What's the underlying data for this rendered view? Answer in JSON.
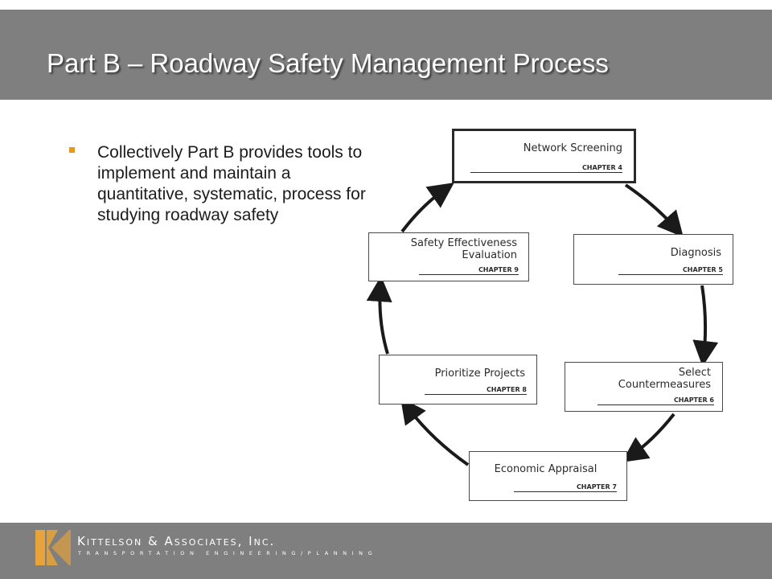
{
  "slide": {
    "title": "Part B – Roadway Safety Management Process",
    "bullet": "Collectively Part B provides tools to implement and maintain a quantitative, systematic, process for studying roadway safety"
  },
  "process": {
    "steps": [
      {
        "id": "network-screening",
        "title": "Network Screening",
        "chapter": "CHAPTER 4",
        "highlighted": true
      },
      {
        "id": "diagnosis",
        "title": "Diagnosis",
        "chapter": "CHAPTER 5",
        "highlighted": false
      },
      {
        "id": "select-countermeasures",
        "title": "Select\nCountermeasures",
        "chapter": "CHAPTER 6",
        "highlighted": false
      },
      {
        "id": "economic-appraisal",
        "title": "Economic Appraisal",
        "chapter": "CHAPTER 7",
        "highlighted": false
      },
      {
        "id": "prioritize-projects",
        "title": "Prioritize Projects",
        "chapter": "CHAPTER 8",
        "highlighted": false
      },
      {
        "id": "safety-effectiveness-evaluation",
        "title": "Safety Effectiveness\nEvaluation",
        "chapter": "CHAPTER 9",
        "highlighted": false
      }
    ]
  },
  "footer": {
    "company": "Kittelson & Associates, Inc.",
    "tagline": "TRANSPORTATION ENGINEERING/PLANNING"
  },
  "colors": {
    "title_bar": "#7f7f7f",
    "footer_bar": "#7f7f7f",
    "bullet_marker": "#e39a23",
    "logo_orange": "#e8a33a",
    "arrow": "#1a1a1a"
  }
}
